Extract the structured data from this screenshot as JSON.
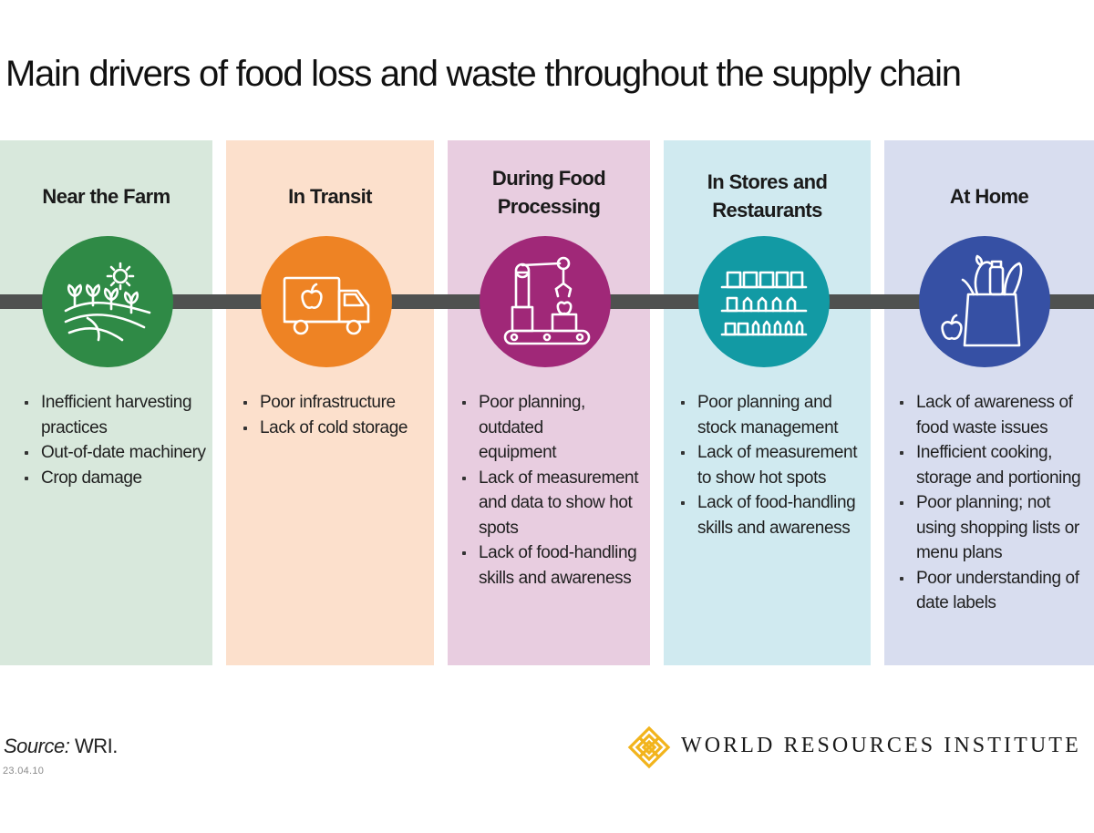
{
  "title": "Main drivers of food loss and waste throughout the supply chain",
  "colors": {
    "connector": "#4f5150",
    "farm_bg": "#d8e8dc",
    "farm_circle": "#2f8a46",
    "transit_bg": "#fce0cc",
    "transit_circle": "#ee8324",
    "processing_bg": "#e8cde0",
    "processing_circle": "#a02878",
    "stores_bg": "#d0eaf0",
    "stores_circle": "#129aa4",
    "home_bg": "#d8ddef",
    "home_circle": "#3650a4",
    "wri_logo": "#f2b41c"
  },
  "stages": [
    {
      "title": "Near the Farm",
      "icon": "farm-field-sun-icon",
      "bullets": [
        "Inefficient harvesting practices",
        "Out-of-date machinery",
        "Crop damage"
      ]
    },
    {
      "title": "In Transit",
      "icon": "delivery-truck-apple-icon",
      "bullets": [
        "Poor infrastructure",
        "Lack of cold storage"
      ]
    },
    {
      "title": "During Food Processing",
      "icon": "robot-arm-conveyor-icon",
      "bullets": [
        "Poor planning, outdated equipment",
        "Lack of measurement and data to show hot spots",
        "Lack of food-handling skills and awareness"
      ]
    },
    {
      "title": "In Stores and Restaurants",
      "icon": "store-shelves-icon",
      "bullets": [
        "Poor planning and stock management",
        "Lack of measurement to show hot spots",
        "Lack of food-handling skills and awareness"
      ]
    },
    {
      "title": "At Home",
      "icon": "grocery-bag-icon",
      "bullets": [
        "Lack of awareness of food waste issues",
        "Inefficient cooking, storage and portioning",
        "Poor planning; not using shopping lists or menu plans",
        "Poor understanding of date labels"
      ]
    }
  ],
  "source": {
    "label": "Source:",
    "value": "WRI."
  },
  "date": "23.04.10",
  "logo": {
    "name": "WORLD RESOURCES INSTITUTE",
    "icon": "wri-knot-logo-icon"
  }
}
